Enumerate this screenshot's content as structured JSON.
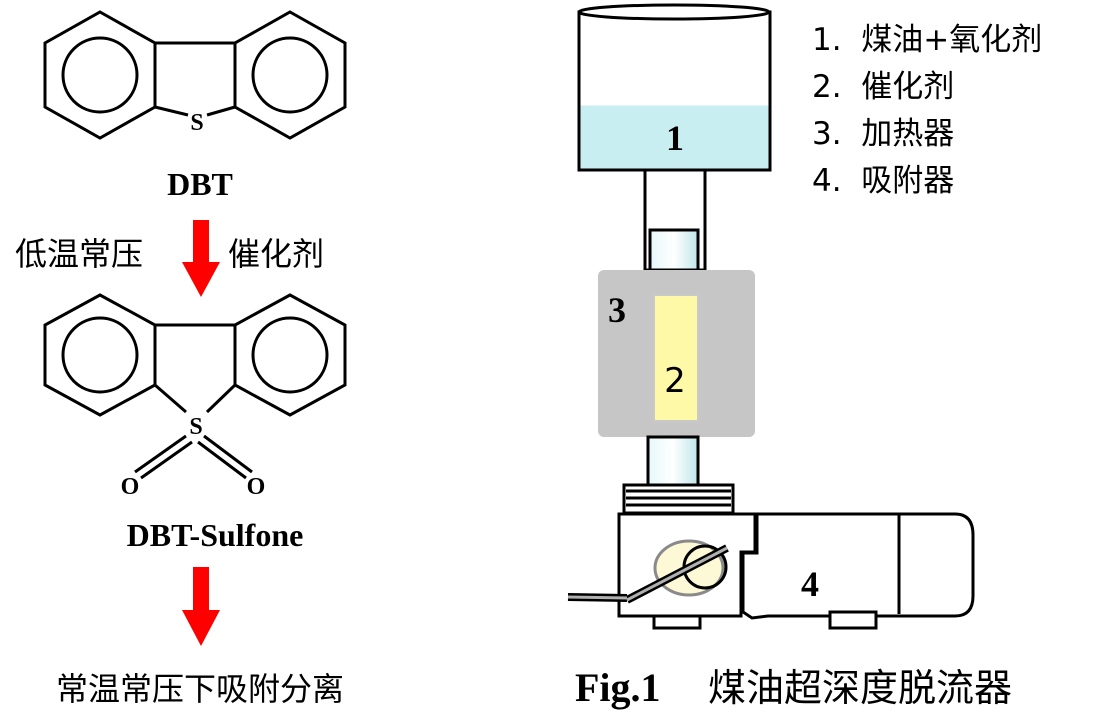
{
  "left": {
    "molecule1": {
      "atom": "S",
      "label": "DBT"
    },
    "step1": {
      "left_text": "低温常压",
      "right_text": "催化剂"
    },
    "molecule2": {
      "atom_s": "S",
      "atom_o1": "O",
      "atom_o2": "O",
      "label": "DBT-Sulfone"
    },
    "step2": {
      "text": "常温常压下吸附分离"
    }
  },
  "apparatus": {
    "labels": {
      "n1": "1",
      "n2": "2",
      "n3": "3",
      "n4": "4"
    },
    "legend": [
      "1.  煤油+氧化剂",
      "2.  催化剂",
      "3.  加热器",
      "4.  吸附器"
    ],
    "caption_fig": "Fig.1",
    "caption_text": "煤油超深度脱流器"
  },
  "colors": {
    "arrow": "#ff0000",
    "liquid": "#c8eef2",
    "heater": "#c6c6c6",
    "catalyst": "#fdf9a6"
  }
}
